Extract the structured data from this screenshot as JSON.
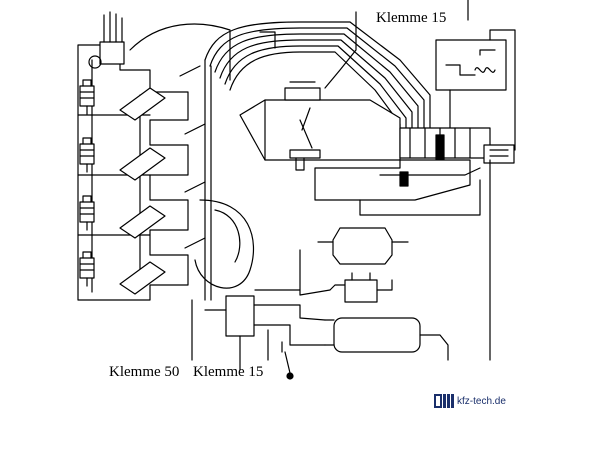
{
  "labels": {
    "klemme15_top": "Klemme 15",
    "klemme50": "Klemme 50",
    "klemme15_bottom": "Klemme 15"
  },
  "brand": {
    "text": "kfz-tech.de",
    "logo_color": "#1a2f6b"
  },
  "colors": {
    "line": "#000000",
    "component_fill": "#ffffff",
    "shading": "#d9d9d9"
  }
}
